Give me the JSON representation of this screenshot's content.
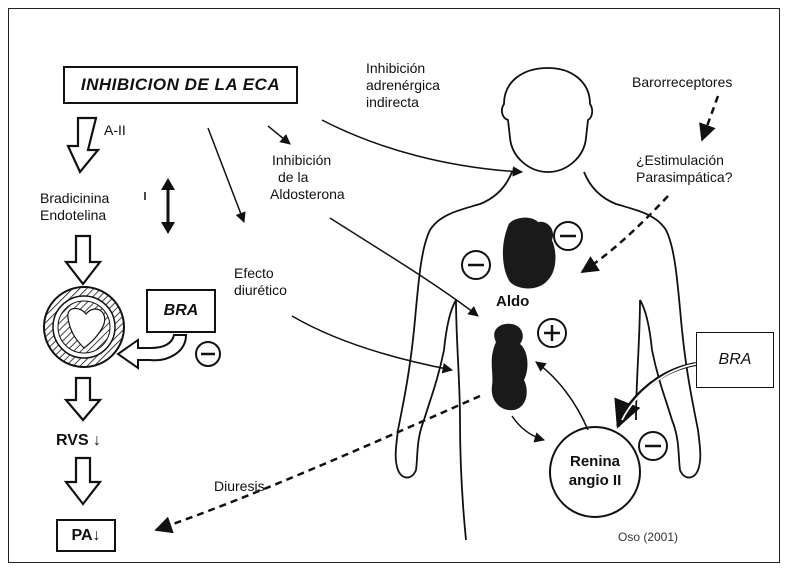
{
  "title_box": "INHIBICION DE LA ECA",
  "labels": {
    "a_ii": "A-II",
    "bradicinina": "Bradicinina",
    "endotelina": "Endotelina",
    "inhibicion_aldosterona": [
      "Inhibición",
      "de la",
      "Aldosterona"
    ],
    "inhibicion_adrenergica": [
      "Inhibición",
      "adrenérgica",
      "indirecta"
    ],
    "barorreceptores": "Barorreceptores",
    "estimulacion": [
      "¿Estimulación",
      "Parasimpática?"
    ],
    "efecto_diuretico": [
      "Efecto",
      "diurético"
    ],
    "bra_left": "BRA",
    "bra_right": "BRA",
    "rvs": "RVS ↓",
    "pa": "PA↓",
    "diuresis": "Diuresis",
    "aldo": "Aldo",
    "renina": [
      "Renina",
      "angio II"
    ],
    "citation": "Oso (2001)"
  },
  "signs": {
    "minus": "−",
    "plus": "+"
  },
  "colors": {
    "ink": "#111111",
    "organ": "#1a1a1a",
    "background": "#ffffff"
  }
}
